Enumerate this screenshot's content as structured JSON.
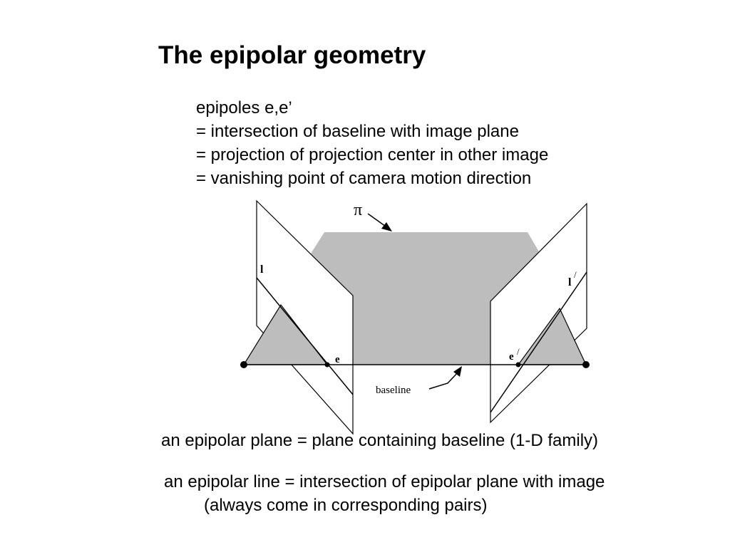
{
  "slide": {
    "title": "The epipolar geometry",
    "bullets": [
      "epipoles e,e’",
      "= intersection of baseline with image plane",
      "= projection of projection center in other image",
      "= vanishing point of camera motion direction"
    ],
    "notes": {
      "epipolar_plane": "an epipolar plane = plane containing baseline (1-D family)",
      "epipolar_line": "an epipolar line = intersection of epipolar plane with image",
      "epipolar_line_cont": "(always come in corresponding pairs)"
    }
  },
  "diagram": {
    "labels": {
      "pi": "π",
      "l": "l",
      "l_prime": "l",
      "prime_mark": "/",
      "e": "e",
      "e_prime": "e",
      "baseline": "baseline"
    },
    "colors": {
      "plane_fill": "#bdbdbd",
      "image_plane_fill": "#ffffff",
      "stroke": "#000000"
    }
  }
}
